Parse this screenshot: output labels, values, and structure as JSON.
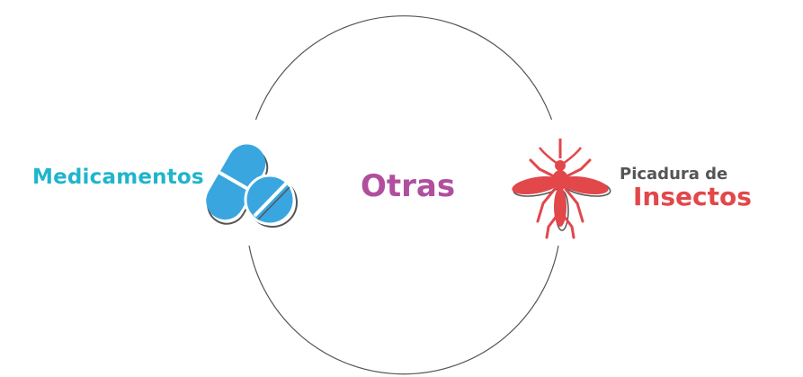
{
  "diagram": {
    "center_label": "Otras",
    "items": [
      {
        "id": "medicamentos",
        "label": "Medicamentos",
        "icon": "pills-icon",
        "color": "#1fb5cc"
      },
      {
        "id": "insectos",
        "label_line1": "Picadura de",
        "label_line2": "Insectos",
        "icon": "mosquito-icon",
        "color": "#e2474a"
      }
    ],
    "colors": {
      "center": "#b04f9e",
      "pill": "#3aa6e0",
      "mosquito": "#e2474a",
      "outline": "#555555"
    }
  }
}
